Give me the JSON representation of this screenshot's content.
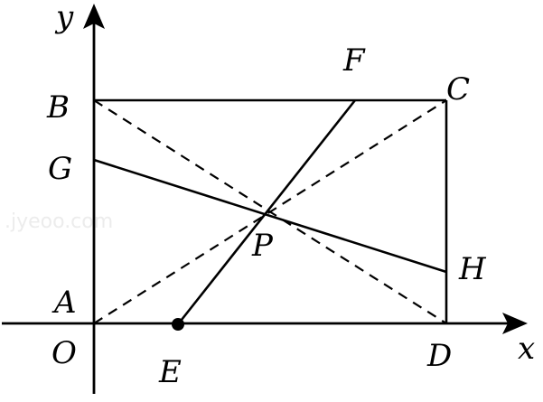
{
  "labels": {
    "y_axis": "y",
    "x_axis": "x",
    "B": "B",
    "C": "C",
    "F": "F",
    "G": "G",
    "H": "H",
    "P": "P",
    "A": "A",
    "O": "O",
    "E": "E",
    "D": "D"
  },
  "watermark": ".jyeoo.com",
  "style": {
    "line_color": "#000000",
    "background": "#ffffff"
  }
}
